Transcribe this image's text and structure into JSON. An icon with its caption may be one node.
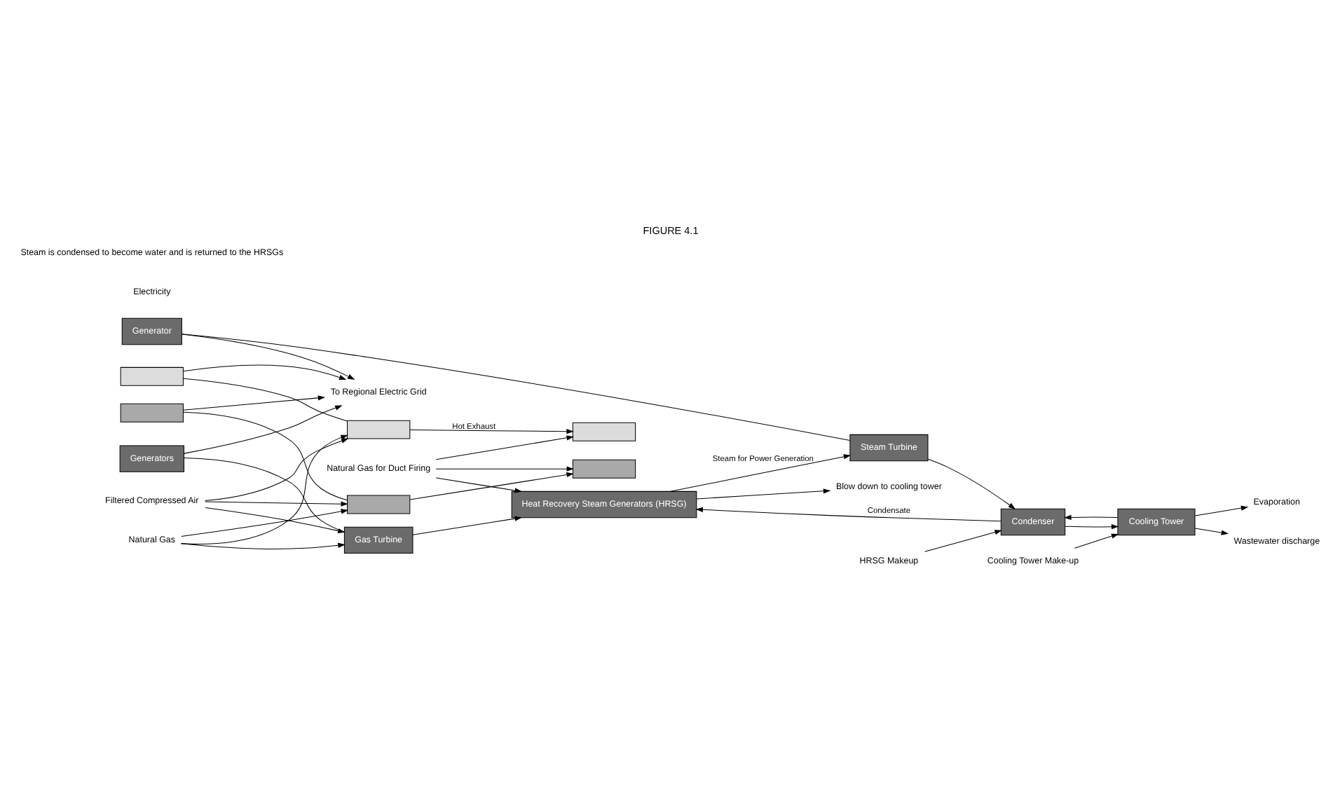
{
  "diagram": {
    "title": "FIGURE 4.1",
    "nodes": [
      {
        "text": [],
        "shape": "box"
      },
      {
        "text": [],
        "shape": "box"
      },
      {
        "text": [
          "Generators"
        ]
      },
      {
        "text": [],
        "shape": "box"
      },
      {
        "text": [],
        "shape": "box"
      },
      {
        "text": [
          "Gas Turbine"
        ]
      },
      {
        "text": [],
        "shape": "box"
      },
      {
        "text": [],
        "shape": "box"
      },
      {
        "text": [
          "Heat Recovery Steam Generators (HRSG)"
        ]
      },
      {
        "text": [
          "Generator"
        ]
      },
      {
        "text": [
          "Steam Turbine"
        ]
      },
      {
        "text": [
          "Condenser"
        ]
      },
      {
        "text": [
          "Cooling Tower"
        ]
      },
      {
        "text": [
          "Filtered Compressed Air"
        ]
      },
      {
        "text": [
          "Natural Gas"
        ]
      },
      {
        "text": [
          "Natural Gas for Duct Firing"
        ]
      },
      {
        "text": [
          "To Regional Electric Grid"
        ]
      },
      {
        "text": [
          "Blow down to cooling tower"
        ]
      },
      {
        "text": [
          "HRSG Makeup"
        ]
      },
      {
        "text": [
          "Evaporation"
        ]
      },
      {
        "text": [
          "Cooling Tower Make-up"
        ]
      },
      {
        "text": [
          "Wastewater discharge"
        ]
      }
    ],
    "edges": [
      {
        "from": 13,
        "to": 3,
        "arrow": "to"
      },
      {
        "from": 13,
        "to": 4,
        "arrow": "to"
      },
      {
        "from": 13,
        "to": 5,
        "arrow": "to"
      },
      {
        "from": 14,
        "to": 3,
        "arrow": "to"
      },
      {
        "from": 14,
        "to": 4,
        "arrow": "to"
      },
      {
        "from": 14,
        "to": 5,
        "arrow": "to"
      },
      {
        "from": 15,
        "to": 6,
        "arrow": "to"
      },
      {
        "from": 15,
        "to": 7,
        "arrow": "to"
      },
      {
        "from": 15,
        "to": 8,
        "arrow": "to"
      },
      {
        "from": 0,
        "to": 3,
        "arrow": "none"
      },
      {
        "from": 1,
        "to": 4,
        "arrow": "none"
      },
      {
        "from": 2,
        "to": 5,
        "arrow": "none"
      },
      {
        "from": 3,
        "to": 6,
        "arrow": "to",
        "label": "Hot Exhaust"
      },
      {
        "from": 4,
        "to": 7,
        "arrow": "to"
      },
      {
        "from": 5,
        "to": 8,
        "arrow": "to"
      },
      {
        "from": 0,
        "to": 16,
        "arrow": "to"
      },
      {
        "from": 1,
        "to": 16,
        "arrow": "to"
      },
      {
        "from": 2,
        "to": 16,
        "arrow": "to"
      },
      {
        "from": 9,
        "to": 16,
        "arrow": "to"
      },
      {
        "from": 8,
        "to": 10,
        "arrow": "to",
        "label": "Steam for Power Generation"
      },
      {
        "from": 8,
        "to": 17,
        "arrow": "to"
      },
      {
        "from": 9,
        "to": 10,
        "arrow": "none"
      },
      {
        "from": 10,
        "to": 11,
        "arrow": "to"
      },
      {
        "from": 18,
        "to": 11,
        "arrow": "to"
      },
      {
        "from": 11,
        "to": 8,
        "arrow": "to",
        "label": "Condensate"
      },
      {
        "from": 11,
        "to": 12,
        "arrow": "to"
      },
      {
        "from": 12,
        "to": 11,
        "arrow": "to"
      },
      {
        "from": 20,
        "to": 12,
        "arrow": "to"
      },
      {
        "from": 12,
        "to": 19,
        "arrow": "to"
      },
      {
        "from": 12,
        "to": 21,
        "arrow": "to"
      }
    ],
    "labels": [
      "Electricity",
      "Steam is condensed to become water and is returned to the HRSGs"
    ]
  }
}
